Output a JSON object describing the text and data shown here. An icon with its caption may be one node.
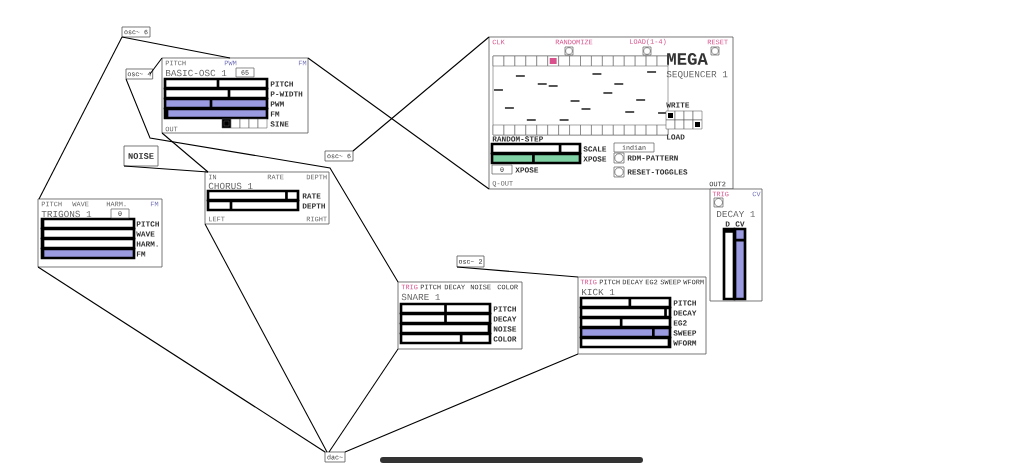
{
  "diagram": {
    "nodes": [
      {
        "text": [
          "osc~ 6"
        ]
      },
      {
        "text": [
          "osc~ 4"
        ]
      },
      {
        "text": [
          "PITCH",
          "PWM",
          "FM",
          "BASIC-OSC 1",
          "65",
          "PITCH",
          "P-WIDTH",
          "PWM",
          "FM",
          "SINE",
          "OUT"
        ]
      },
      {
        "text": [
          "NOISE"
        ]
      },
      {
        "text": [
          "IN",
          "RATE",
          "DEPTH",
          "CHORUS 1",
          "RATE",
          "DEPTH",
          "LEFT",
          "RIGHT"
        ]
      },
      {
        "text": [
          "osc~ 6"
        ]
      },
      {
        "text": [
          "PITCH",
          "WAVE",
          "HARM.",
          "FM",
          "TRIGONS 1",
          "0",
          "PITCH",
          "WAVE",
          "HARM.",
          "FM"
        ]
      },
      {
        "text": [
          "CLK",
          "RANDOMIZE",
          "LOAD(1-4)",
          "RESET",
          "MEGA",
          "SEQUENCER 1",
          "WRITE",
          "LOAD",
          "RANDOM-STEP",
          "SCALE",
          "XPOSE",
          "0",
          "XPOSE",
          "indian",
          "RDM-PATTERN",
          "RESET-TOGGLES",
          "Q-OUT",
          "OUT2"
        ]
      },
      {
        "text": [
          "osc~ 2"
        ]
      },
      {
        "text": [
          "TRIG",
          "PITCH",
          "DECAY",
          "NOISE",
          "COLOR",
          "SNARE 1",
          "PITCH",
          "DECAY",
          "NOISE",
          "COLOR"
        ]
      },
      {
        "text": [
          "TRIG",
          "CV",
          "DECAY 1",
          "D",
          "CV"
        ]
      },
      {
        "text": [
          "TRIG",
          "PITCH",
          "DECAY",
          "EG2",
          "SWEEP",
          "WFORM",
          "KICK 1",
          "PITCH",
          "DECAY",
          "EG2",
          "SWEEP",
          "WFORM"
        ]
      },
      {
        "text": [
          "dac~"
        ]
      }
    ],
    "edges": [
      {
        "from": 0,
        "to": 2,
        "arrow": "none"
      },
      {
        "from": 0,
        "to": 6,
        "arrow": "none"
      },
      {
        "from": 1,
        "to": 2,
        "arrow": "none"
      },
      {
        "from": 1,
        "to": 9,
        "arrow": "none"
      },
      {
        "from": 7,
        "to": 2,
        "arrow": "none"
      },
      {
        "from": 5,
        "to": 7,
        "arrow": "none"
      },
      {
        "from": 2,
        "to": 4,
        "arrow": "none"
      },
      {
        "from": 3,
        "to": 4,
        "arrow": "none"
      },
      {
        "from": 4,
        "to": 12,
        "arrow": "none"
      },
      {
        "from": 6,
        "to": 12,
        "arrow": "none"
      },
      {
        "from": 9,
        "to": 12,
        "arrow": "none"
      },
      {
        "from": 11,
        "to": 12,
        "arrow": "none"
      },
      {
        "from": 8,
        "to": 11,
        "arrow": "none"
      }
    ]
  }
}
